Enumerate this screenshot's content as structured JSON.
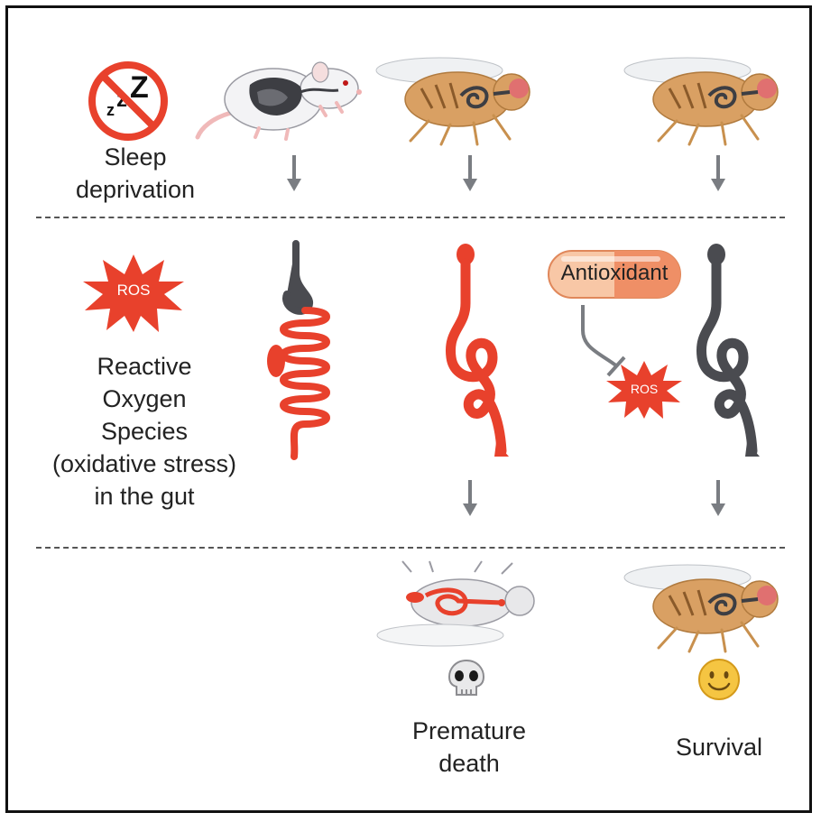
{
  "labels": {
    "sleep_deprivation": [
      "Sleep",
      "deprivation"
    ],
    "ros_description": [
      "Reactive",
      "Oxygen",
      "Species",
      "(oxidative stress)",
      "in the gut"
    ],
    "premature_death": [
      "Premature",
      "death"
    ],
    "survival": "Survival"
  },
  "badges": {
    "ros_large": "ROS",
    "ros_small": "ROS",
    "antioxidant": "Antioxidant"
  },
  "icons": {
    "no_sleep": "no-sleep-icon",
    "skull": "skull-icon",
    "smiley": "smiley-icon"
  },
  "colors": {
    "ros_red": "#e8412c",
    "gut_gray": "#4a4b50",
    "arrow_gray": "#7a7d82",
    "pill_orange": "#f3a57a",
    "fly_amber": "#d9a063"
  }
}
